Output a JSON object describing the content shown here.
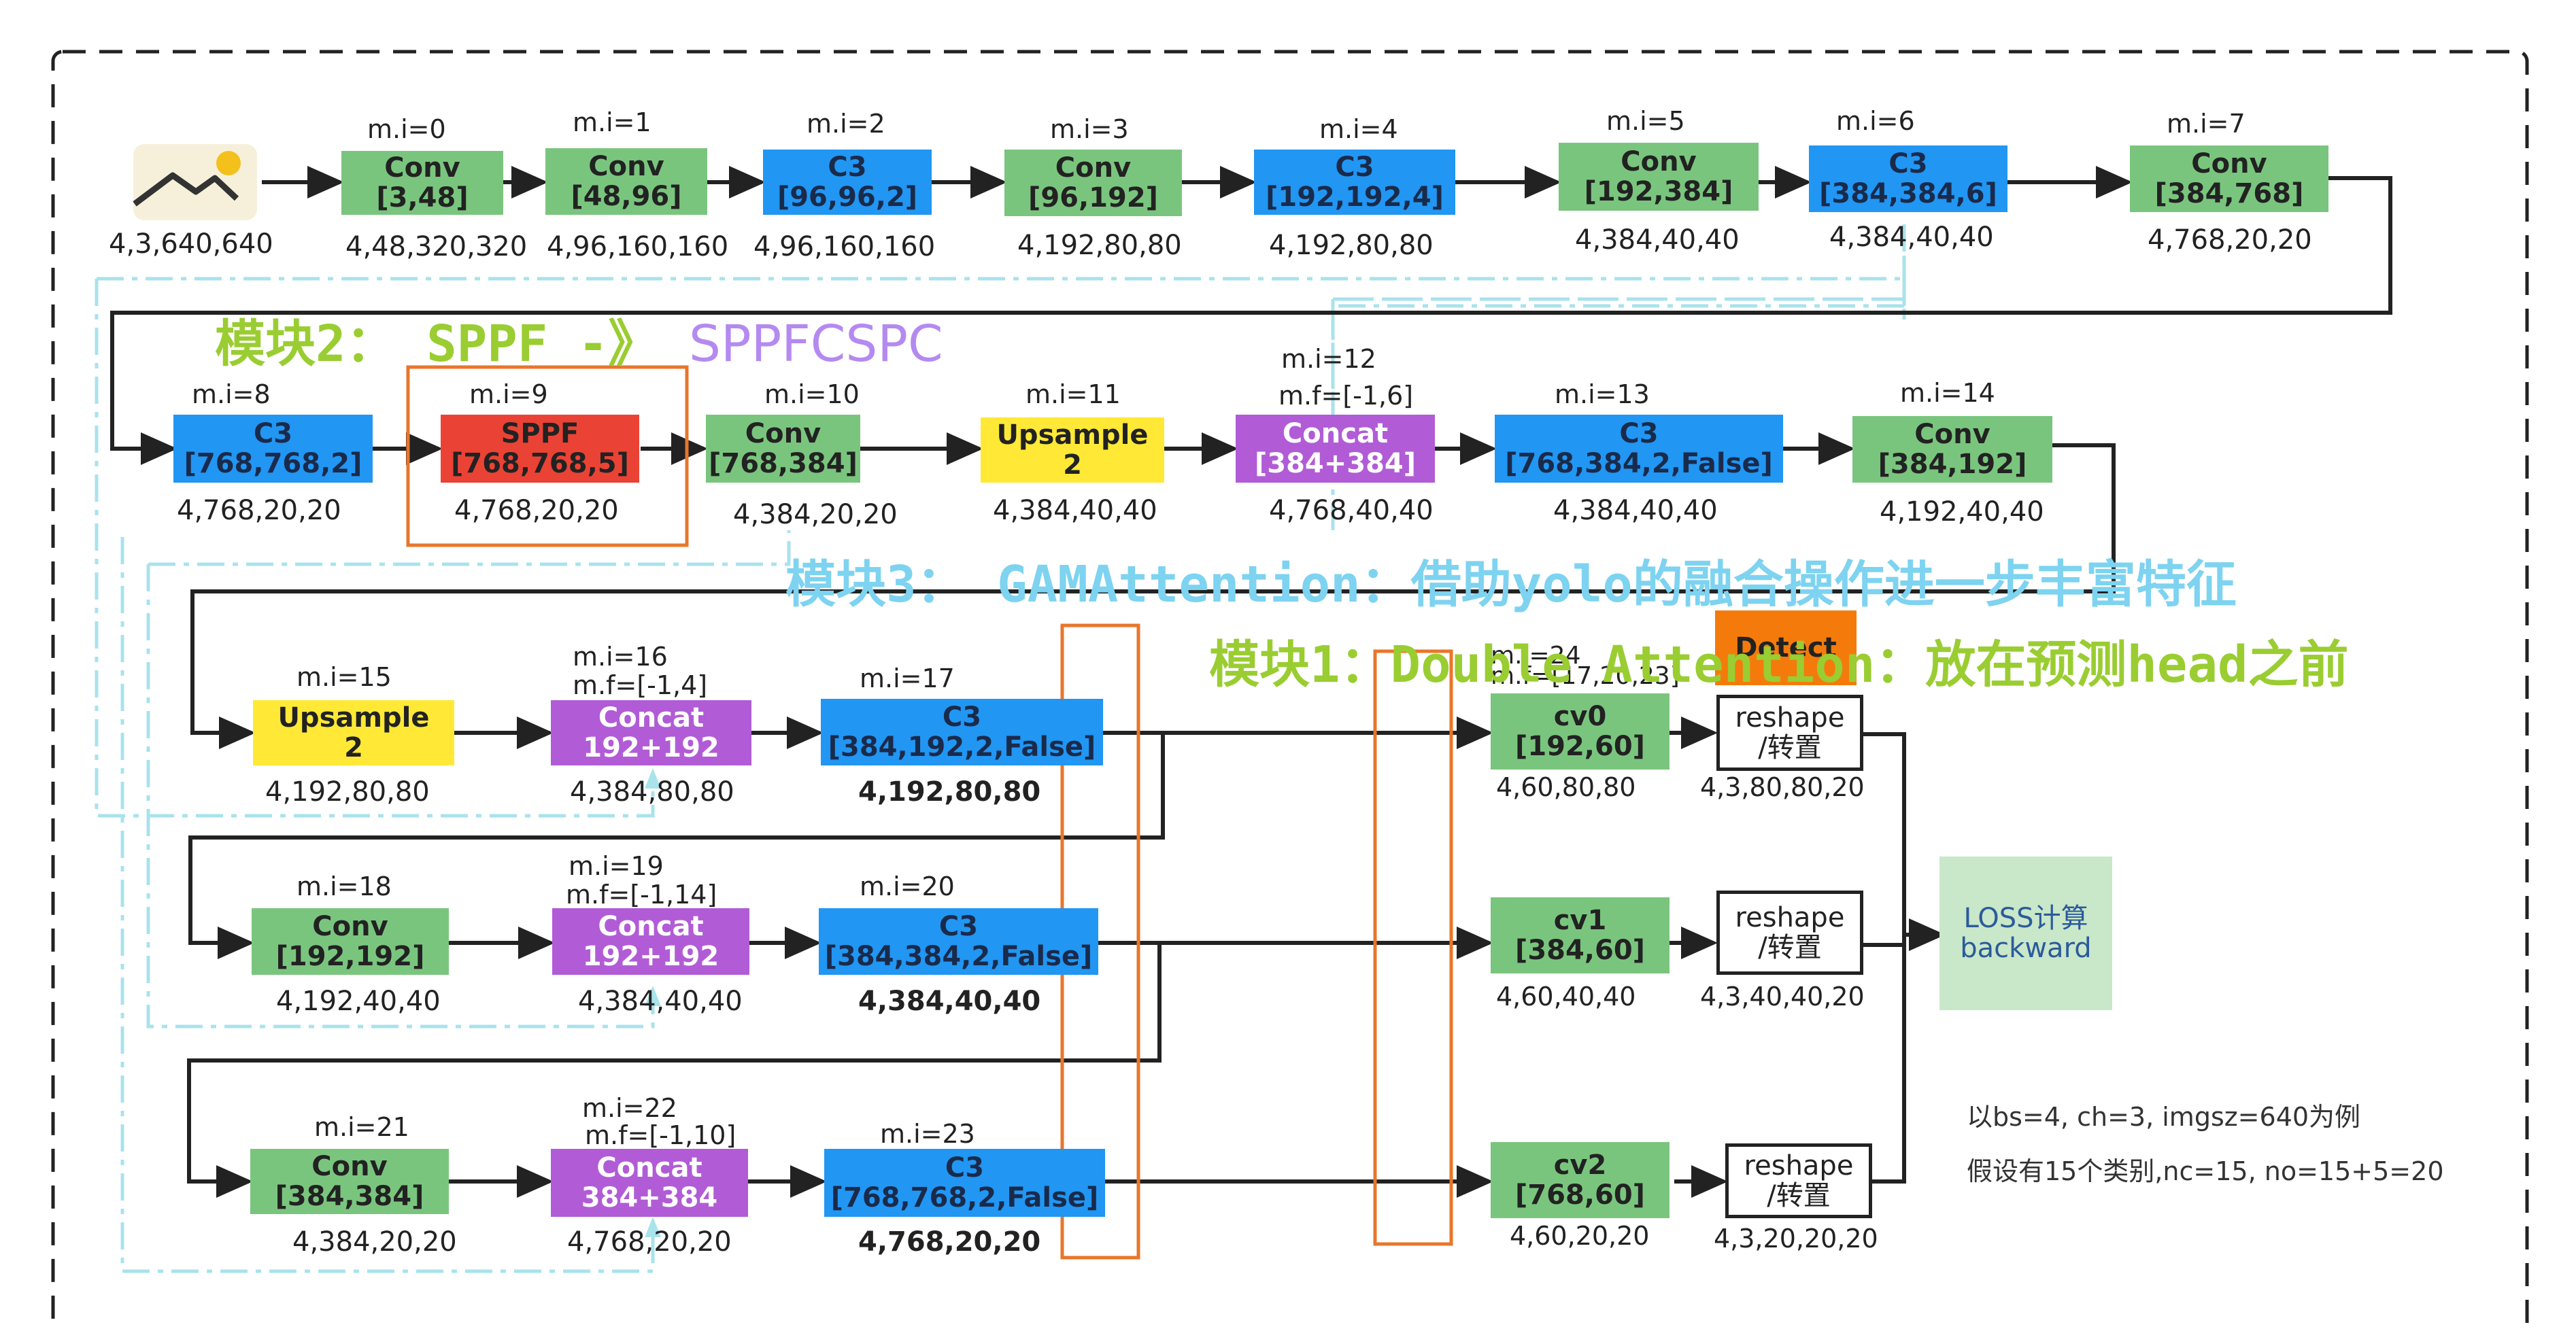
{
  "nodes": {
    "n0": {
      "t1": "Conv",
      "t2": "[3,48]",
      "mi": "m.i=0",
      "shape": "4,48,320,320"
    },
    "n1": {
      "t1": "Conv",
      "t2": "[48,96]",
      "mi": "m.i=1",
      "shape": "4,96,160,160"
    },
    "n2": {
      "t1": "C3",
      "t2": "[96,96,2]",
      "mi": "m.i=2",
      "shape": "4,96,160,160"
    },
    "n3": {
      "t1": "Conv",
      "t2": "[96,192]",
      "mi": "m.i=3",
      "shape": "4,192,80,80"
    },
    "n4": {
      "t1": "C3",
      "t2": "[192,192,4]",
      "mi": "m.i=4",
      "shape": "4,192,80,80"
    },
    "n5": {
      "t1": "Conv",
      "t2": "[192,384]",
      "mi": "m.i=5",
      "shape": "4,384,40,40"
    },
    "n6": {
      "t1": "C3",
      "t2": "[384,384,6]",
      "mi": "m.i=6",
      "shape": "4,384,40,40"
    },
    "n7": {
      "t1": "Conv",
      "t2": "[384,768]",
      "mi": "m.i=7",
      "shape": "4,768,20,20"
    },
    "n8": {
      "t1": "C3",
      "t2": "[768,768,2]",
      "mi": "m.i=8",
      "shape": "4,768,20,20"
    },
    "n9": {
      "t1": "SPPF",
      "t2": "[768,768,5]",
      "mi": "m.i=9",
      "shape": "4,768,20,20"
    },
    "n10": {
      "t1": "Conv",
      "t2": "[768,384]",
      "mi": "m.i=10",
      "shape": "4,384,20,20"
    },
    "n11": {
      "t1": "Upsample",
      "t2": "2",
      "mi": "m.i=11",
      "shape": "4,384,40,40"
    },
    "n12": {
      "t1": "Concat",
      "t2": "[384+384]",
      "mi": "m.i=12",
      "mf": "m.f=[-1,6]",
      "shape": "4,768,40,40"
    },
    "n13": {
      "t1": "C3",
      "t2": "[768,384,2,False]",
      "mi": "m.i=13",
      "shape": "4,384,40,40"
    },
    "n14": {
      "t1": "Conv",
      "t2": "[384,192]",
      "mi": "m.i=14",
      "shape": "4,192,40,40"
    },
    "n15": {
      "t1": "Upsample",
      "t2": "2",
      "mi": "m.i=15",
      "shape": "4,192,80,80"
    },
    "n16": {
      "t1": "Concat",
      "t2": "192+192",
      "mi": "m.i=16",
      "mf": "m.f=[-1,4]",
      "shape": "4,384,80,80"
    },
    "n17": {
      "t1": "C3",
      "t2": "[384,192,2,False]",
      "mi": "m.i=17",
      "shape": "4,192,80,80"
    },
    "n18": {
      "t1": "Conv",
      "t2": "[192,192]",
      "mi": "m.i=18",
      "shape": "4,192,40,40"
    },
    "n19": {
      "t1": "Concat",
      "t2": "192+192",
      "mi": "m.i=19",
      "mf": "m.f=[-1,14]",
      "shape": "4,384,40,40"
    },
    "n20": {
      "t1": "C3",
      "t2": "[384,384,2,False]",
      "mi": "m.i=20",
      "shape": "4,384,40,40"
    },
    "n21": {
      "t1": "Conv",
      "t2": "[384,384]",
      "mi": "m.i=21",
      "shape": "4,384,20,20"
    },
    "n22": {
      "t1": "Concat",
      "t2": "384+384",
      "mi": "m.i=22",
      "mf": "m.f=[-1,10]",
      "shape": "4,768,20,20"
    },
    "n23": {
      "t1": "C3",
      "t2": "[768,768,2,False]",
      "mi": "m.i=23",
      "shape": "4,768,20,20"
    }
  },
  "input_shape": "4,3,640,640",
  "detect": {
    "label": "Detect",
    "mi": "m.i=24",
    "mf": "m.f=[17,20,23]"
  },
  "heads": {
    "cv0": {
      "t1": "cv0",
      "t2": "[192,60]",
      "shape": "4,60,80,80",
      "reshape1": "reshape",
      "reshape2": "/转置",
      "rshape": "4,3,80,80,20"
    },
    "cv1": {
      "t1": "cv1",
      "t2": "[384,60]",
      "shape": "4,60,40,40",
      "reshape1": "reshape",
      "reshape2": "/转置",
      "rshape": "4,3,40,40,20"
    },
    "cv2": {
      "t1": "cv2",
      "t2": "[768,60]",
      "shape": "4,60,20,20",
      "reshape1": "reshape",
      "reshape2": "/转置",
      "rshape": "4,3,20,20,20"
    }
  },
  "loss": {
    "line1": "LOSS计算",
    "line2": "backward"
  },
  "notes": {
    "line1": "以bs=4, ch=3, imgsz=640为例",
    "line2": "假设有15个类别,nc=15, no=15+5=20"
  },
  "annotations": {
    "module2_prefix": "模块2：  SPPF -》 ",
    "module2_suffix": "SPPFCSPC",
    "module3": "模块3：  GAMAttention：借助yolo的融合操作进一步丰富特征",
    "module1": "模块1：Double Attention：放在预测head之前"
  },
  "colors": {
    "conv": "#7ac57e",
    "c3": "#2196f3",
    "sppf": "#ea4335",
    "upsample": "#ffe936",
    "concat": "#b15cd6",
    "detect": "#f47b0b",
    "module2_green": "#9acd32",
    "module2_purple": "#b48af0",
    "module3": "#7dd3f0",
    "module1": "#9acd32",
    "highlight": "#e8762b"
  },
  "icons": {
    "input": "image-icon"
  }
}
